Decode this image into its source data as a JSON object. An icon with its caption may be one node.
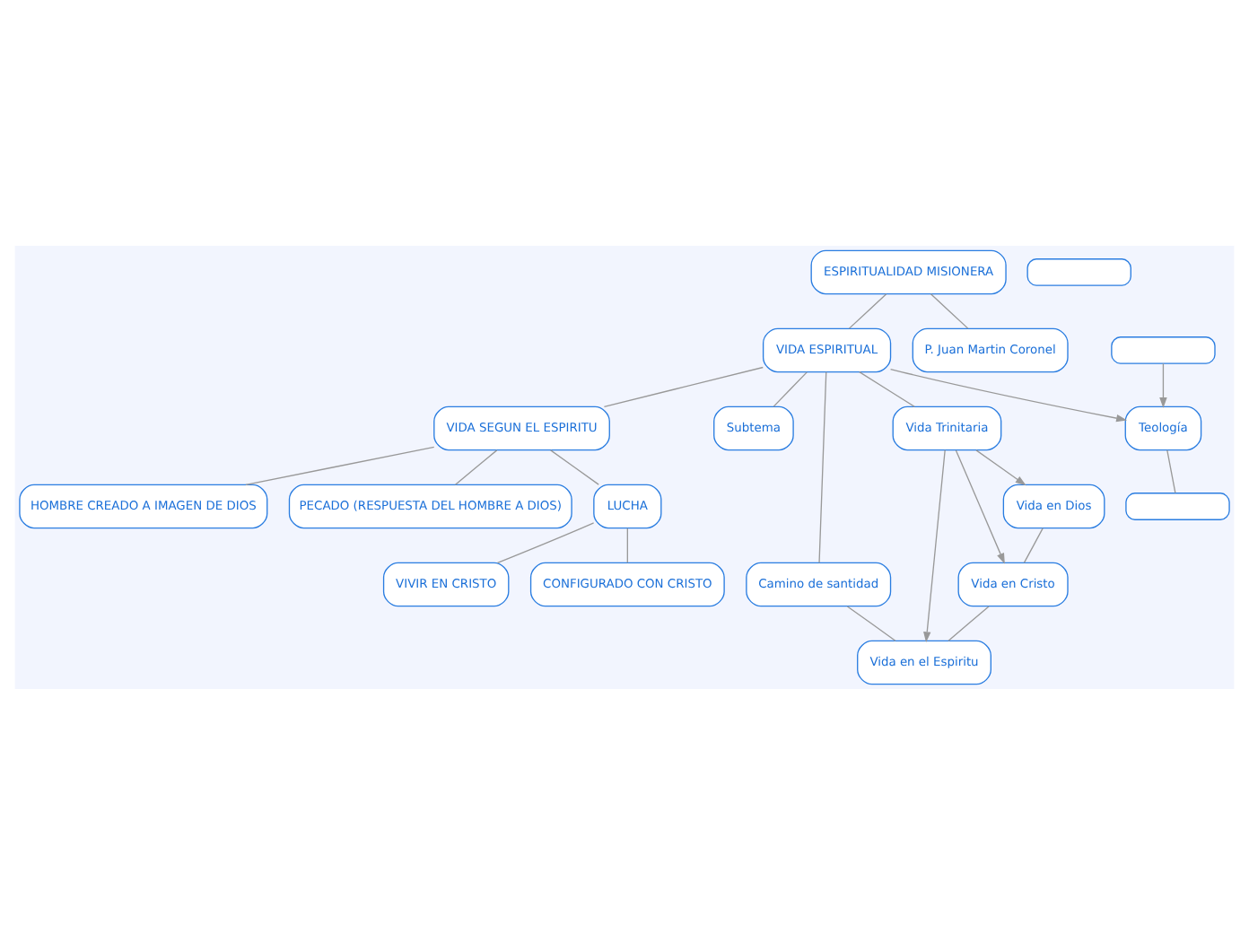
{
  "diagram": {
    "nodes": [
      {
        "text": [
          "ESPIRITUALIDAD MISIONERA"
        ]
      },
      {
        "text": [
          "VIDA ESPIRITUAL"
        ]
      },
      {
        "text": [
          "P. Juan Martin Coronel"
        ]
      },
      {
        "text": [
          "HOMBRE CREADO A IMAGEN DE DIOS"
        ]
      },
      {
        "text": [
          "VIDA SEGUN EL ESPIRITU"
        ]
      },
      {
        "text": [
          "PECADO (RESPUESTA DEL HOMBRE A DIOS)"
        ]
      },
      {
        "text": [
          "Subtema"
        ]
      },
      {
        "text": [
          "Camino de santidad"
        ]
      },
      {
        "text": [
          "Vida Trinitaria"
        ]
      },
      {
        "text": [
          "VIVIR EN CRISTO"
        ]
      },
      {
        "text": [
          "LUCHA"
        ]
      },
      {
        "text": [
          "CONFIGURADO CON CRISTO"
        ]
      },
      {
        "text": [
          "Vida en el Espiritu"
        ]
      },
      {
        "text": [
          "Vida en Cristo"
        ]
      },
      {
        "text": [
          "Vida en Dios"
        ]
      },
      {
        "text": [
          "Teología"
        ]
      },
      {
        "text": [],
        "shape": "box"
      },
      {
        "text": [],
        "shape": "box"
      },
      {
        "text": [],
        "shape": "box"
      }
    ],
    "edges": [
      {
        "from": 0,
        "to": 1,
        "arrow": "none"
      },
      {
        "from": 0,
        "to": 2,
        "arrow": "none"
      },
      {
        "from": 1,
        "to": 4,
        "arrow": "none"
      },
      {
        "from": 1,
        "to": 6,
        "arrow": "none"
      },
      {
        "from": 1,
        "to": 7,
        "arrow": "none"
      },
      {
        "from": 1,
        "to": 8,
        "arrow": "none"
      },
      {
        "from": 1,
        "to": 15,
        "arrow": "to"
      },
      {
        "from": 4,
        "to": 3,
        "arrow": "none"
      },
      {
        "from": 4,
        "to": 5,
        "arrow": "none"
      },
      {
        "from": 4,
        "to": 10,
        "arrow": "none"
      },
      {
        "from": 10,
        "to": 9,
        "arrow": "none"
      },
      {
        "from": 10,
        "to": 11,
        "arrow": "none"
      },
      {
        "from": 7,
        "to": 12,
        "arrow": "none"
      },
      {
        "from": 13,
        "to": 12,
        "arrow": "none"
      },
      {
        "from": 14,
        "to": 13,
        "arrow": "none"
      },
      {
        "from": 8,
        "to": 12,
        "arrow": "to"
      },
      {
        "from": 8,
        "to": 13,
        "arrow": "to"
      },
      {
        "from": 8,
        "to": 14,
        "arrow": "to"
      },
      {
        "from": 15,
        "to": 16,
        "arrow": "none"
      },
      {
        "from": 17,
        "to": 15,
        "arrow": "to"
      }
    ]
  }
}
